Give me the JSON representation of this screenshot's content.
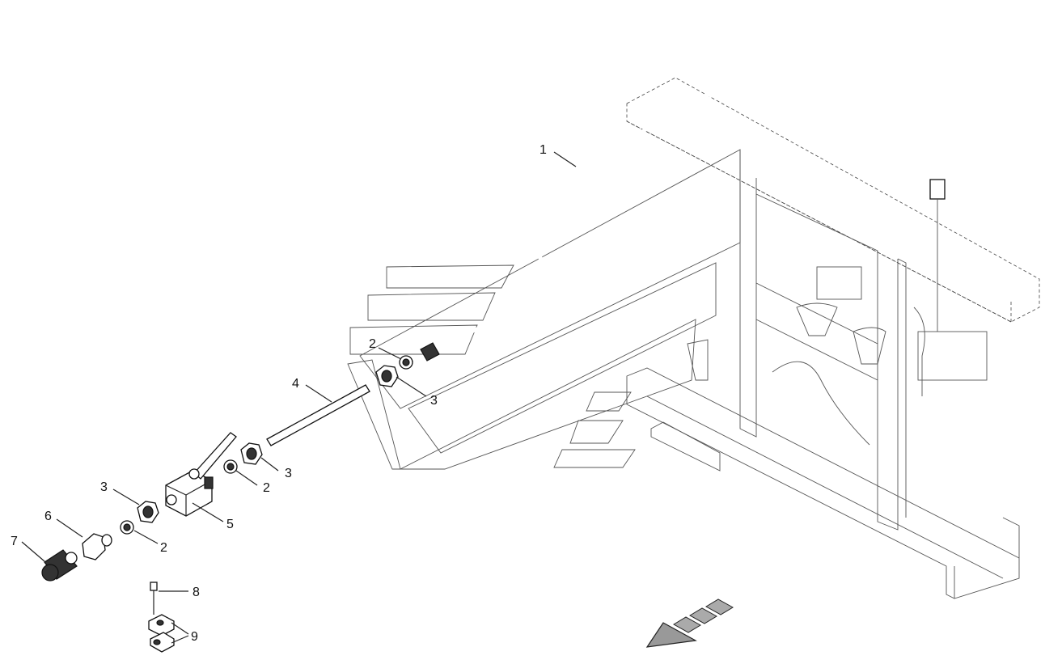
{
  "labels": {
    "l1": "1",
    "l2a": "2",
    "l2b": "2",
    "l2c": "2",
    "l3a": "3",
    "l3b": "3",
    "l3c": "3",
    "l4": "4",
    "l5": "5",
    "l6": "6",
    "l7": "7",
    "l8": "8",
    "l9": "9"
  }
}
